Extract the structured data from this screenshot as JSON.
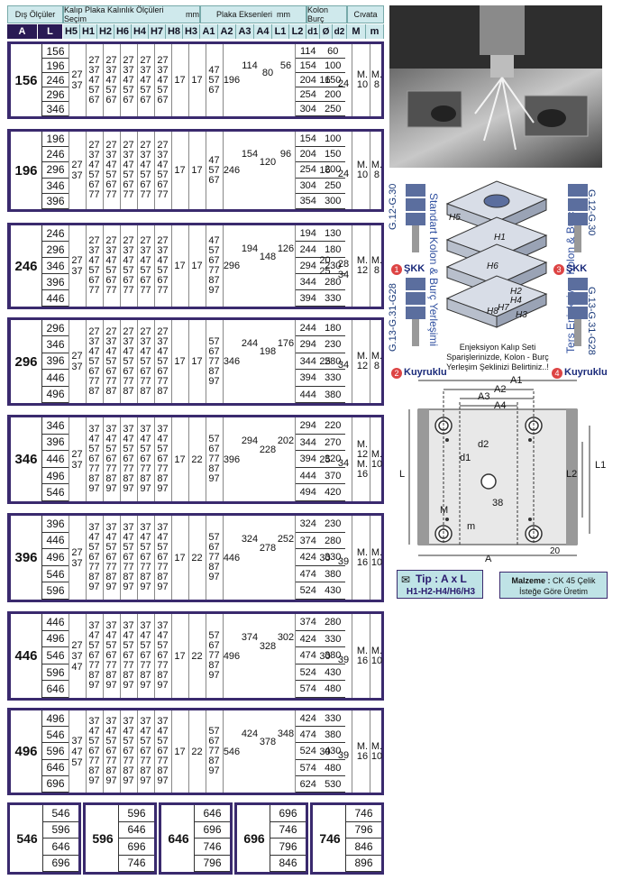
{
  "headers": {
    "dis_olculer": "Dış Ölçüler",
    "kalip_plaka": "Kalıp Plaka Kalınlık Ölçüleri Seçim",
    "kalip_plaka_unit": "mm",
    "plaka_eksenleri": "Plaka Eksenleri",
    "plaka_eksenleri_unit": "mm",
    "kolon_burc": "Kolon Burç",
    "civata": "Cıvata",
    "cols": [
      "A",
      "L",
      "H5",
      "H1",
      "H2",
      "H6",
      "H4",
      "H7",
      "H8",
      "H3",
      "A1",
      "A2",
      "A3",
      "A4",
      "L1",
      "L2",
      "d1",
      "Ø",
      "d2",
      "M",
      "m"
    ]
  },
  "blocks": [
    {
      "A": "156",
      "L": [
        "156",
        "196",
        "246",
        "296",
        "346"
      ],
      "H5": "27\n37",
      "h": [
        "27",
        "37",
        "47",
        "57",
        "67"
      ],
      "H7": "17",
      "H8": "17",
      "H3": "47\n57\n67",
      "A1": "196",
      "A2": "114",
      "A3": "80",
      "A4": "56",
      "L12": [
        [
          "114",
          "60"
        ],
        [
          "154",
          "100"
        ],
        [
          "204",
          "150"
        ],
        [
          "254",
          "200"
        ],
        [
          "304",
          "250"
        ]
      ],
      "d1": "16",
      "d2": "24",
      "M": "M.\n10",
      "m": "M.\n8"
    },
    {
      "A": "196",
      "L": [
        "196",
        "246",
        "296",
        "346",
        "396"
      ],
      "H5": "27\n37",
      "h": [
        "27",
        "37",
        "47",
        "57",
        "67",
        "77"
      ],
      "H7": "17",
      "H8": "17",
      "H3": "47\n57\n67",
      "A1": "246",
      "A2": "154",
      "A3": "120",
      "A4": "96",
      "L12": [
        [
          "154",
          "100"
        ],
        [
          "204",
          "150"
        ],
        [
          "254",
          "200"
        ],
        [
          "304",
          "250"
        ],
        [
          "354",
          "300"
        ]
      ],
      "d1": "16",
      "d2": "24",
      "M": "M.\n10",
      "m": "M.\n8"
    },
    {
      "A": "246",
      "L": [
        "246",
        "296",
        "346",
        "396",
        "446"
      ],
      "H5": "27\n37",
      "h": [
        "27",
        "37",
        "47",
        "57",
        "67",
        "77"
      ],
      "H7": "17",
      "H8": "17",
      "H3": "47\n57\n67\n77\n87\n97",
      "A1": "296",
      "A2": "194",
      "A3": "148",
      "A4": "126",
      "L12": [
        [
          "194",
          "130"
        ],
        [
          "244",
          "180"
        ],
        [
          "294",
          "230"
        ],
        [
          "344",
          "280"
        ],
        [
          "394",
          "330"
        ]
      ],
      "d1": "20\n25",
      "d2": "28\n34",
      "M": "M.\n12",
      "m": "M.\n8"
    },
    {
      "A": "296",
      "L": [
        "296",
        "346",
        "396",
        "446",
        "496"
      ],
      "H5": "27\n37",
      "h": [
        "27",
        "37",
        "47",
        "57",
        "67",
        "77",
        "87"
      ],
      "H7": "17",
      "H8": "17",
      "H3": "57\n67\n77\n87\n97",
      "A1": "346",
      "A2": "244",
      "A3": "198",
      "A4": "176",
      "L12": [
        [
          "244",
          "180"
        ],
        [
          "294",
          "230"
        ],
        [
          "344",
          "280"
        ],
        [
          "394",
          "330"
        ],
        [
          "444",
          "380"
        ]
      ],
      "d1": "25",
      "d2": "34",
      "M": "M.\n12",
      "m": "M.\n8"
    },
    {
      "A": "346",
      "L": [
        "346",
        "396",
        "446",
        "496",
        "546"
      ],
      "H5": "27\n37",
      "h": [
        "37",
        "47",
        "57",
        "67",
        "77",
        "87",
        "97"
      ],
      "H7": "17",
      "H8": "22",
      "H3": "57\n67\n77\n87\n97",
      "A1": "396",
      "A2": "294",
      "A3": "228",
      "A4": "202",
      "L12": [
        [
          "294",
          "220"
        ],
        [
          "344",
          "270"
        ],
        [
          "394",
          "320"
        ],
        [
          "444",
          "370"
        ],
        [
          "494",
          "420"
        ]
      ],
      "d1": "25",
      "d2": "34",
      "M": "M.\n12\nM.\n16",
      "m": "M.\n10"
    },
    {
      "A": "396",
      "L": [
        "396",
        "446",
        "496",
        "546",
        "596"
      ],
      "H5": "27\n37",
      "h": [
        "37",
        "47",
        "57",
        "67",
        "77",
        "87",
        "97"
      ],
      "H7": "17",
      "H8": "22",
      "H3": "57\n67\n77\n87\n97",
      "A1": "446",
      "A2": "324",
      "A3": "278",
      "A4": "252",
      "L12": [
        [
          "324",
          "230"
        ],
        [
          "374",
          "280"
        ],
        [
          "424",
          "330"
        ],
        [
          "474",
          "380"
        ],
        [
          "524",
          "430"
        ]
      ],
      "d1": "30",
      "d2": "39",
      "M": "M.\n16",
      "m": "M.\n10"
    },
    {
      "A": "446",
      "L": [
        "446",
        "496",
        "546",
        "596",
        "646"
      ],
      "H5": "27\n37\n47",
      "h": [
        "37",
        "47",
        "57",
        "67",
        "77",
        "87",
        "97"
      ],
      "H7": "17",
      "H8": "22",
      "H3": "57\n67\n77\n87\n97",
      "A1": "496",
      "A2": "374",
      "A3": "328",
      "A4": "302",
      "L12": [
        [
          "374",
          "280"
        ],
        [
          "424",
          "330"
        ],
        [
          "474",
          "380"
        ],
        [
          "524",
          "430"
        ],
        [
          "574",
          "480"
        ]
      ],
      "d1": "30",
      "d2": "39",
      "M": "M.\n16",
      "m": "M.\n10"
    },
    {
      "A": "496",
      "L": [
        "496",
        "546",
        "596",
        "646",
        "696"
      ],
      "H5": "37\n47\n57",
      "h": [
        "37",
        "47",
        "57",
        "67",
        "77",
        "87",
        "97"
      ],
      "H7": "17",
      "H8": "22",
      "H3": "57\n67\n77\n87\n97",
      "A1": "546",
      "A2": "424",
      "A3": "378",
      "A4": "348",
      "L12": [
        [
          "424",
          "330"
        ],
        [
          "474",
          "380"
        ],
        [
          "524",
          "430"
        ],
        [
          "574",
          "480"
        ],
        [
          "624",
          "530"
        ]
      ],
      "d1": "30",
      "d2": "39",
      "M": "M.\n16",
      "m": "M.\n10"
    }
  ],
  "extras": [
    {
      "A": "546",
      "L": [
        "546",
        "596",
        "646",
        "696"
      ]
    },
    {
      "A": "596",
      "L": [
        "596",
        "646",
        "696",
        "746"
      ]
    },
    {
      "A": "646",
      "L": [
        "646",
        "696",
        "746",
        "796"
      ]
    },
    {
      "A": "696",
      "L": [
        "696",
        "746",
        "796",
        "846"
      ]
    },
    {
      "A": "746",
      "L": [
        "746",
        "796",
        "846",
        "896"
      ]
    }
  ],
  "side": {
    "standart": "Standart Kolon & Burç Yerleşimi",
    "ters": "Ters Enjeksiyon Kolon & Burç",
    "g1230": "G.12-G.30",
    "g1331": "G.13-G.31-G28",
    "skk": "ŞKK",
    "kuyruklu": "Kuyruklu",
    "n1": "1",
    "n2": "2",
    "n3": "3",
    "n4": "4",
    "note": "Enjeksiyon Kalıp Seti Sparişlerinizde, Kolon - Burç Yerleşim Şeklinizi Belirtiniz..!",
    "plate_labels": [
      "H5",
      "H1",
      "H2",
      "H6",
      "H4",
      "H7",
      "H8",
      "H3"
    ],
    "dims": {
      "A": "A",
      "A1": "A1",
      "A2": "A2",
      "A3": "A3",
      "A4": "A4",
      "L": "L",
      "L1": "L1",
      "L2": "L2",
      "d1": "d1",
      "d2": "d2",
      "M": "M",
      "m": "m",
      "c38": "38",
      "c20": "20"
    },
    "tip": "Tip : A x L",
    "tip_sub": "H1-H2-H4/H6/H3",
    "malzeme_label": "Malzeme :",
    "malzeme": "CK 45 Çelik İsteğe Göre Üretim"
  }
}
